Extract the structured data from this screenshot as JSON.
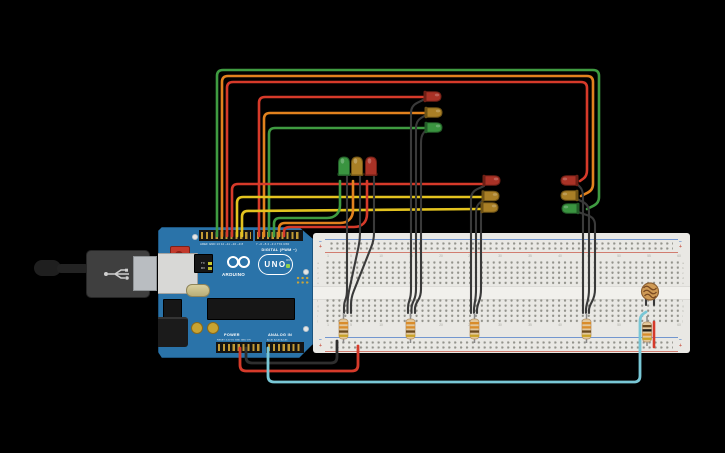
{
  "scene": {
    "background": "#000000",
    "app": "circuit-canvas"
  },
  "arduino": {
    "brand": "ARDUINO",
    "model": "UNO",
    "labels": {
      "digital": "DIGITAL (PWM ~)",
      "power": "POWER",
      "analog": "ANALOG IN",
      "on": "ON",
      "tx": "TX",
      "rx": "RX"
    },
    "pin_labels": {
      "digital_left": "AREF GND 13 12 ~11 ~10 ~9 8",
      "digital_right": "7 ~6 ~5 4 ~3 2 TX1 RX0",
      "power": "RESET 3.3V 5V GND GND VIN",
      "analog": "A0 A1 A2 A3 A4 A5"
    }
  },
  "breadboard": {
    "rail_minus": "−",
    "rail_plus": "+",
    "column_labels": [
      "1",
      "5",
      "10",
      "15",
      "20",
      "25",
      "30",
      "35",
      "40",
      "45",
      "50",
      "55",
      "60"
    ],
    "row_letters_top": [
      "a",
      "b",
      "c",
      "d",
      "e"
    ],
    "row_letters_bottom": [
      "f",
      "g",
      "h",
      "i",
      "j"
    ]
  },
  "components": {
    "led_groups": [
      {
        "id": 1,
        "orientation": "vertical",
        "leds": [
          "green",
          "yellow",
          "red"
        ]
      },
      {
        "id": 2,
        "orientation": "horizontal-right",
        "leds": [
          "red",
          "yellow",
          "green"
        ]
      },
      {
        "id": 3,
        "orientation": "horizontal-right",
        "leds": [
          "red",
          "yellow",
          "yellow"
        ]
      },
      {
        "id": 4,
        "orientation": "horizontal-left",
        "leds": [
          "red",
          "yellow",
          "green"
        ]
      }
    ],
    "resistors": [
      {
        "id": 1,
        "bands": "330"
      },
      {
        "id": 2,
        "bands": "330"
      },
      {
        "id": 3,
        "bands": "330"
      },
      {
        "id": 4,
        "bands": "330"
      },
      {
        "id": 5,
        "bands": "10k"
      }
    ],
    "photoresistor": {
      "type": "LDR"
    }
  },
  "palette": {
    "board_blue": "#2a73a9",
    "breadboard": "#e9e8e4",
    "wire_red": "#d63a2a",
    "wire_orange": "#e2821e",
    "wire_yellow": "#e3c31f",
    "wire_green": "#3f9b41",
    "wire_black": "#2e2e2e",
    "wire_cyan": "#79c7d6",
    "leg_gray": "#3a3a3a",
    "led_red": "#a93226",
    "led_yellow": "#a97f26",
    "led_green": "#3a9440",
    "led_red_dark": "#6f1f15",
    "led_yellow_dark": "#6f5315",
    "led_green_dark": "#235c28",
    "resistor_body": "#e2c79b",
    "resistor_edge": "#b5946a",
    "ldr_body": "#cf9a55",
    "ldr_lines": "#7a4a22",
    "bands_330": [
      "#d98c2b",
      "#d98c2b",
      "#6b4a1f",
      "#c9a227"
    ],
    "bands_10k": [
      "#6b4a1f",
      "#1f1c18",
      "#d98c2b",
      "#c9a227"
    ]
  }
}
